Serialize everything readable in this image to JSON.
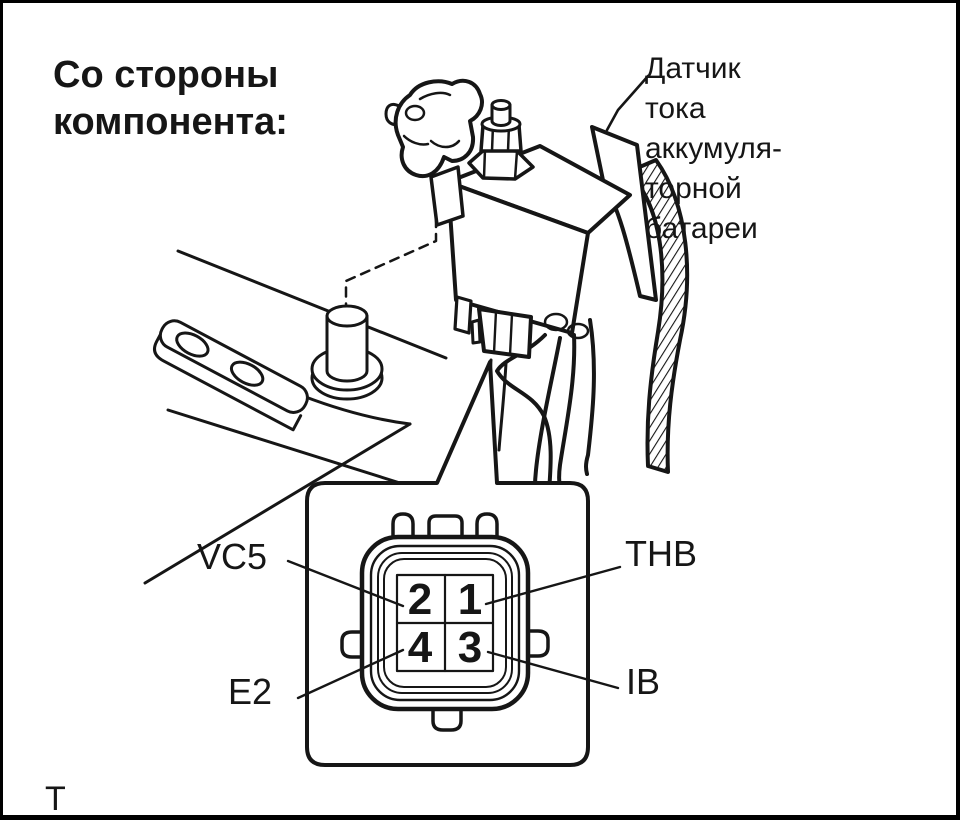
{
  "title": {
    "lines": [
      "Со стороны",
      "компонента:"
    ]
  },
  "sensor_callout": {
    "lines": [
      "Датчик",
      "тока",
      "аккумуля-",
      "торной",
      "батареи"
    ]
  },
  "connector": {
    "pins": [
      {
        "number": "1",
        "terminal": "THB"
      },
      {
        "number": "2",
        "terminal": "VC5"
      },
      {
        "number": "3",
        "terminal": "IB"
      },
      {
        "number": "4",
        "terminal": "E2"
      }
    ]
  },
  "footnote": "Т",
  "colors": {
    "ink": "#161616",
    "background": "#ffffff",
    "frame": "#000000"
  }
}
